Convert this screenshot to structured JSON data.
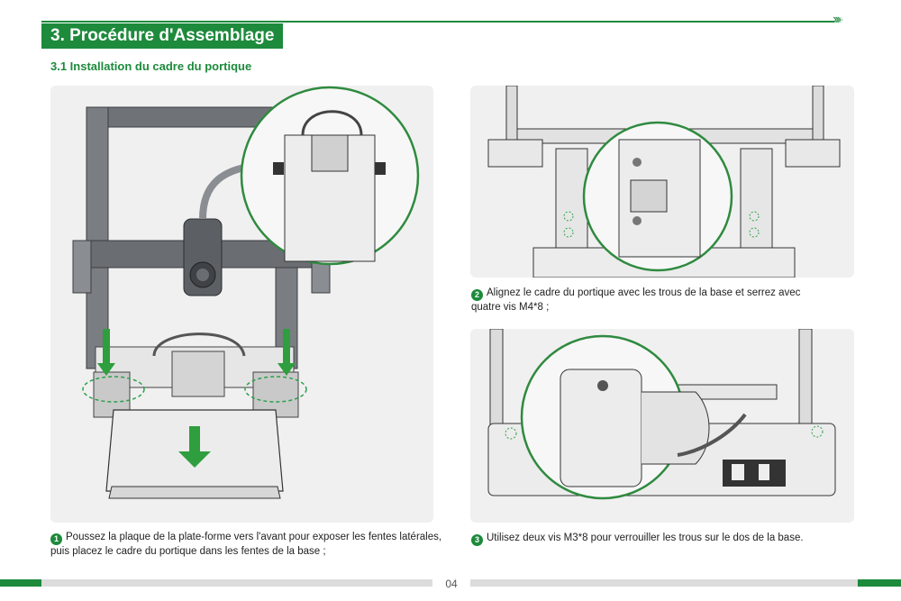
{
  "header": {
    "section_title": "3. Procédure d'Assemblage",
    "subsection_title": "3.1 Installation du cadre du portique",
    "chevron_icon": "double-chevron-right-icon"
  },
  "steps": [
    {
      "number": "1",
      "text": "Poussez la plaque de la plate-forme vers l'avant pour exposer les fentes latérales,\npuis placez le cadre du portique dans les fentes de la base ;"
    },
    {
      "number": "2",
      "text": "Alignez le cadre du portique avec les trous de la base et serrez avec\nquatre vis M4*8 ;"
    },
    {
      "number": "3",
      "text": "Utilisez deux vis M3*8 pour verrouiller les trous sur le dos de la base."
    }
  ],
  "footer": {
    "page_number": "04"
  },
  "colors": {
    "accent": "#1d8a3c",
    "panel_bg": "#f0f0f0",
    "footer_gray": "#dcdcdc"
  }
}
